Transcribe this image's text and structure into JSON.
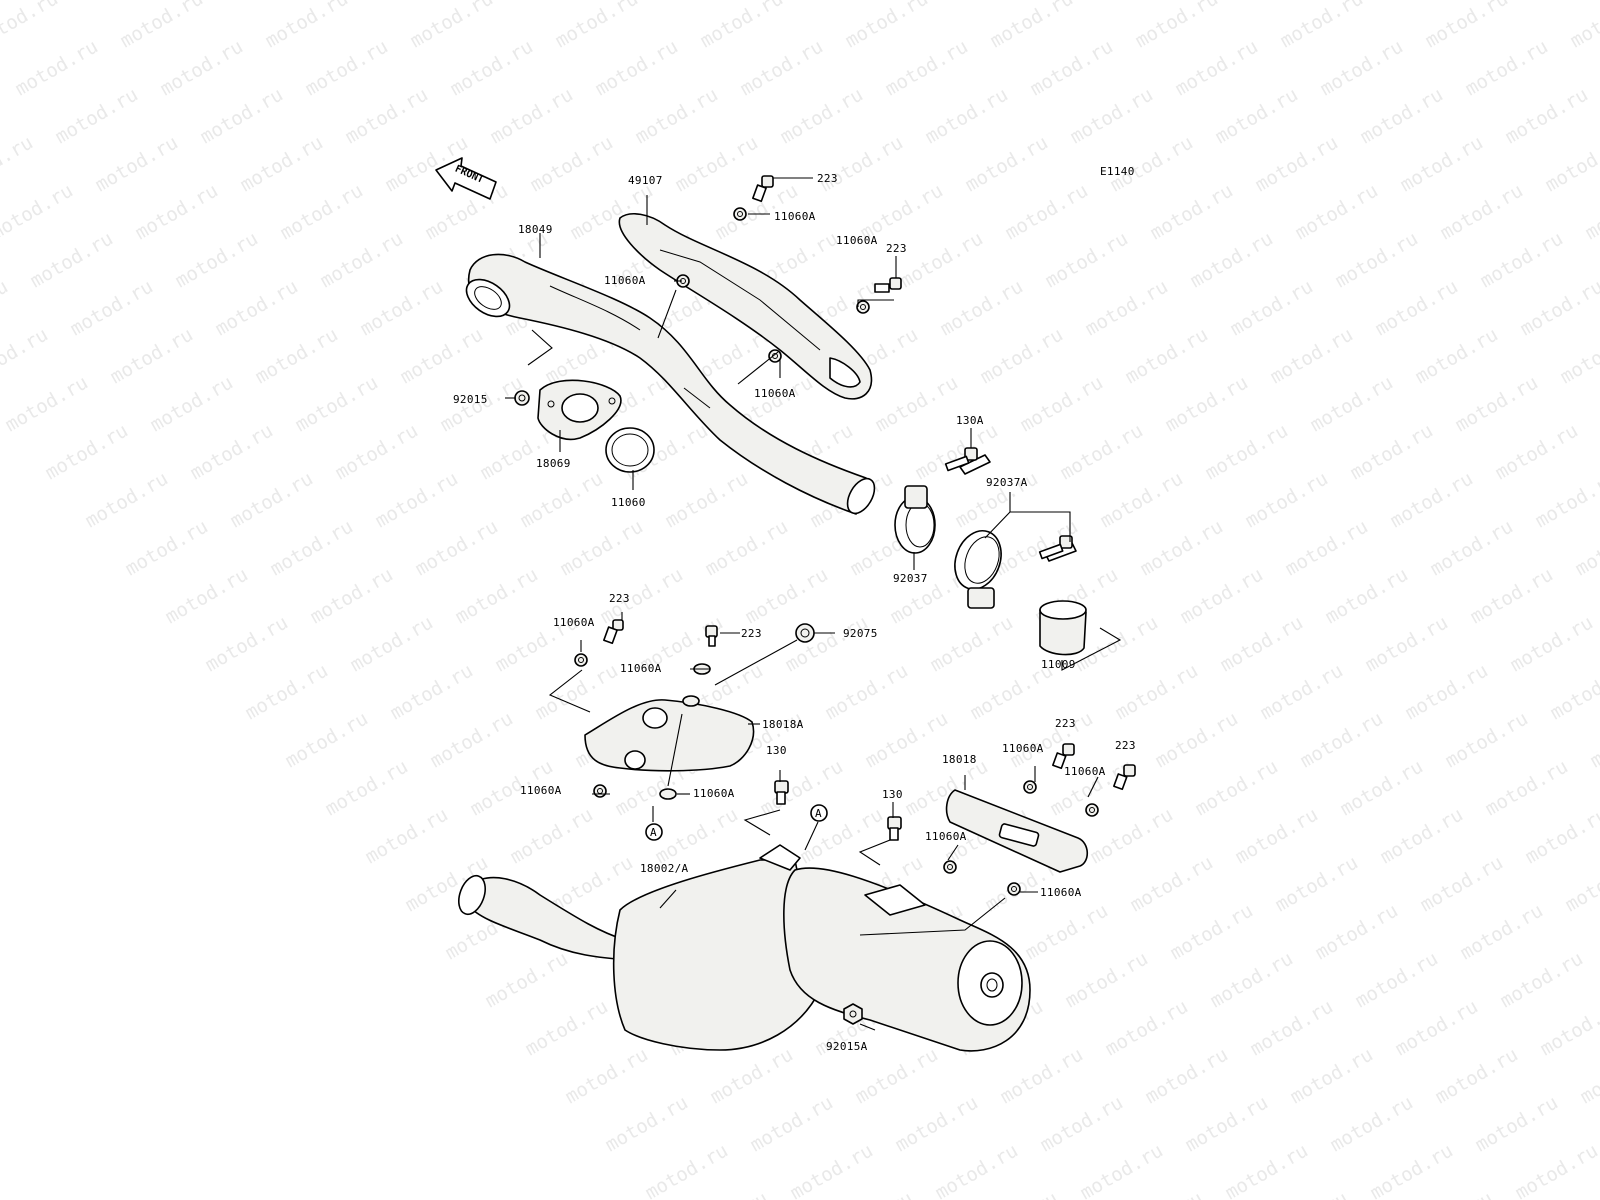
{
  "diagram_code": "E1140",
  "front_label": "FRONT",
  "watermark_text": "motod.ru",
  "colors": {
    "ink": "#000000",
    "part_fill": "#f1f1ee",
    "watermark": "#e9e9e9",
    "background": "#ffffff"
  },
  "parts": {
    "p49107": "49107",
    "p18049": "18049",
    "p223_a": "223",
    "p11060A_a": "11060A",
    "p223_b": "223",
    "p11060A_b": "11060A",
    "p11060A_c": "11060A",
    "p11060A_d": "11060A",
    "p92015": "92015",
    "p18069": "18069",
    "p11060": "11060",
    "p130A": "130A",
    "p92037A": "92037A",
    "p92037": "92037",
    "p11009": "11009",
    "p223_c": "223",
    "p11060A_e": "11060A",
    "p223_d": "223",
    "p92075": "92075",
    "p11060A_f": "11060A",
    "p18018A": "18018A",
    "p11060A_g": "11060A",
    "p11060A_h": "11060A",
    "p130_a": "130",
    "p130_b": "130",
    "p18018": "18018",
    "p11060A_i": "11060A",
    "p223_e": "223",
    "p223_f": "223",
    "p11060A_j": "11060A",
    "p11060A_k": "11060A",
    "p11060A_l": "11060A",
    "p18002A": "18002/A",
    "p92015A": "92015A",
    "ref_a1": "A",
    "ref_a2": "A"
  }
}
